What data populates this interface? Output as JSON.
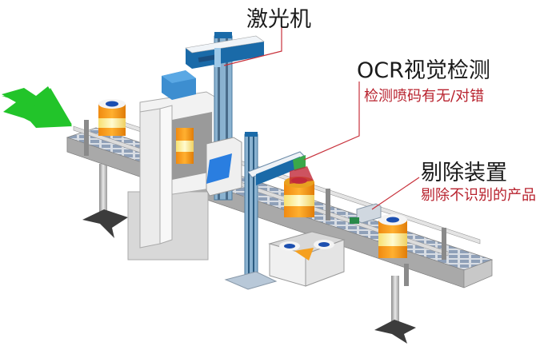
{
  "diagram": {
    "type": "production-line-illustration",
    "callouts": [
      {
        "id": "laser",
        "title": "激光机",
        "subtitle": ""
      },
      {
        "id": "ocr",
        "title": "OCR视觉检测",
        "subtitle": "检测喷码有无/对错"
      },
      {
        "id": "reject",
        "title": "剔除装置",
        "subtitle": "剔除不识别的产品"
      }
    ],
    "components": [
      "infeed-arrow",
      "conveyor",
      "laser-marker",
      "gantry-column",
      "ocr-camera",
      "hmi-screen",
      "cabinet",
      "reject-device",
      "reject-bin",
      "products",
      "stands"
    ],
    "colors": {
      "arrow": "#22c42a",
      "callout_line": "#c8323c",
      "subtitle": "#b8222e",
      "equipment_blue": "#1a6aa8",
      "light_blue": "#4a9fd6",
      "product_orange": "#f59a1c",
      "product_light": "#fdf0a0",
      "conveyor_gray": "#b8b8b8"
    }
  }
}
